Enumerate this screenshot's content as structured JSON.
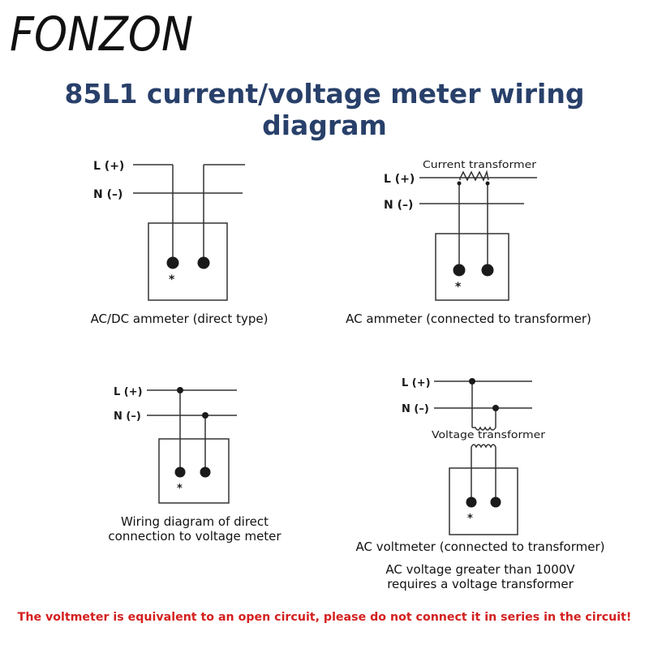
{
  "brand": {
    "logo_text": "FONZON"
  },
  "title": "85L1 current/voltage meter wiring diagram",
  "labels": {
    "line_plus": "L (+)",
    "neutral_minus": "N (–)",
    "star": "*",
    "current_transformer": "Current transformer",
    "voltage_transformer": "Voltage transformer"
  },
  "captions": {
    "ac_dc_ammeter": "AC/DC ammeter (direct type)",
    "ac_ammeter_transformer": "AC ammeter (connected to transformer)",
    "direct_voltage_line1": "Wiring diagram of direct",
    "direct_voltage_line2": "connection to voltage meter",
    "ac_voltmeter_transformer": "AC voltmeter (connected to transformer)",
    "note_line1": "AC voltage greater than 1000V",
    "note_line2": "requires a voltage transformer"
  },
  "warning": "The voltmeter is equivalent to an open circuit, please do not connect it in series in the circuit!",
  "colors": {
    "title": "#28406a",
    "warning": "#d42020",
    "lines": "#333333"
  }
}
